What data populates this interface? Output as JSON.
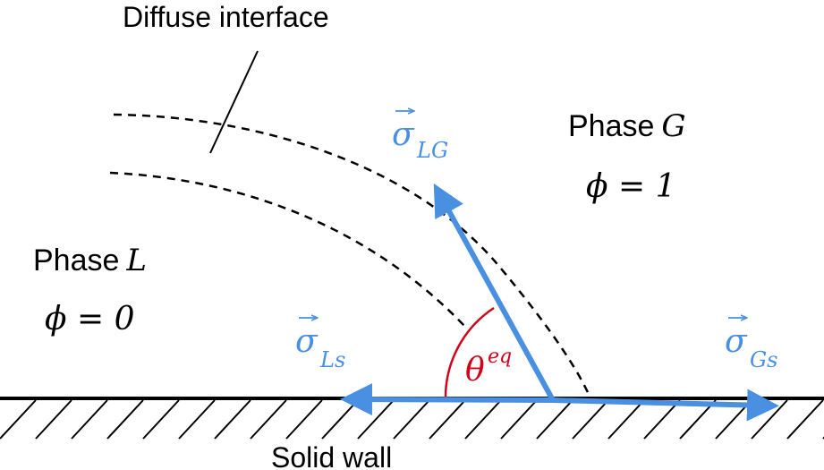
{
  "labels": {
    "diffuse_interface": "Diffuse interface",
    "phase_g": "Phase",
    "phase_g_symbol": "G",
    "phi_g": "ϕ = 1",
    "phase_l": "Phase",
    "phase_l_symbol": "L",
    "phi_l": "ϕ = 0",
    "sigma": "σ",
    "sigma_lg_sub": "LG",
    "sigma_ls_sub": "Ls",
    "sigma_gs_sub": "Gs",
    "theta": "θ",
    "theta_sup": "eq",
    "solid_wall": "Solid wall"
  },
  "colors": {
    "vector": "#4a90e2",
    "angle": "#d0021b",
    "line": "#000000"
  }
}
